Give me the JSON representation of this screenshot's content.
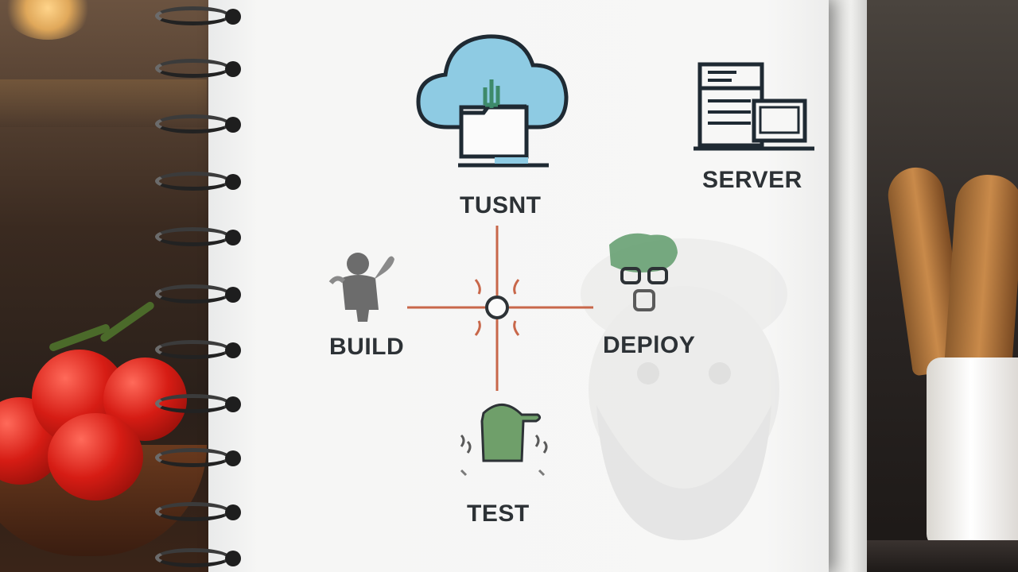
{
  "diagram": {
    "labels": {
      "top": "TUSNT",
      "server": "SERVER",
      "build": "BUILD",
      "deploy": "DEPlOY",
      "test": "TEST"
    }
  },
  "colors": {
    "cloud_fill": "#8ecbe3",
    "cloud_stroke": "#1f2a33",
    "connector": "#c8674a",
    "deploy_green": "#5f9b6b",
    "test_green": "#6f9f6a",
    "text": "#2d3236"
  },
  "icons": {
    "top": "cloud-upload-icon",
    "server": "server-computer-icon",
    "build": "chef-figure-icon",
    "deploy": "gears-icon",
    "test": "cooking-pot-icon",
    "center": "target-hub-icon"
  }
}
